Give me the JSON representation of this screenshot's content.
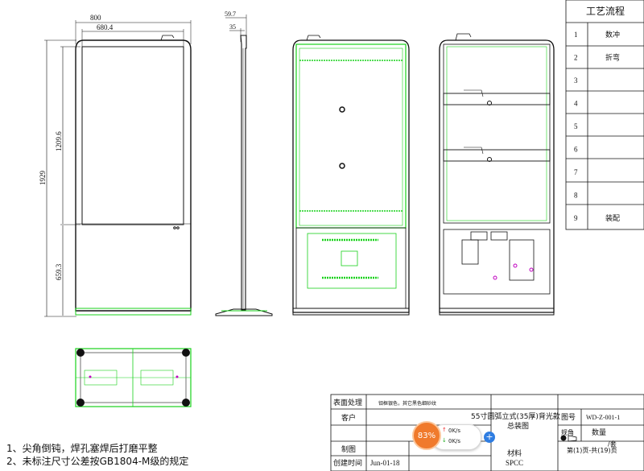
{
  "dimensions": {
    "width_total": "800",
    "width_inner": "680.4",
    "height_total": "1929",
    "height_screen": "1209.6",
    "height_lower": "659.3",
    "depth_total": "59.7",
    "depth_inner": "35"
  },
  "process_table": {
    "title": "工艺流程",
    "rows": [
      {
        "num": "1",
        "step": "数冲"
      },
      {
        "num": "2",
        "step": "折弯"
      },
      {
        "num": "3",
        "step": ""
      },
      {
        "num": "4",
        "step": ""
      },
      {
        "num": "5",
        "step": ""
      },
      {
        "num": "6",
        "step": ""
      },
      {
        "num": "7",
        "step": ""
      },
      {
        "num": "8",
        "step": ""
      },
      {
        "num": "9",
        "step": "装配"
      }
    ]
  },
  "notes": [
    "1、尖角倒钝，焊孔塞焊后打磨平整",
    "2、未标注尺寸公差按GB1804-M级的规定"
  ],
  "title_block": {
    "surface_label": "表面处理",
    "surface_value": "钼框银色，其它黑色细砂纹",
    "customer_label": "客户",
    "drawing_label": "制图",
    "date_label": "创建时间",
    "date_value": "Jun-01-18",
    "title_line1": "55寸圆弧立式(35厚)背光款",
    "title_line2": "总装图",
    "drawing_no_label": "图号",
    "drawing_no_value": "WD-Z-001-1",
    "spec_label": "规角",
    "qty_label": "数量",
    "qty_value": "/套",
    "material_label": "材料",
    "material_value": "SPCC",
    "page_info": "第(1)页-共(19)页"
  },
  "widget": {
    "percent": "83%",
    "upload": "0K/s",
    "download": "0K/s",
    "plus": "+"
  },
  "colors": {
    "line": "#111111",
    "green": "#19d11b",
    "magenta": "#c000c0",
    "widget_orange": "#f07a2c",
    "widget_blue": "#2f7de1"
  }
}
